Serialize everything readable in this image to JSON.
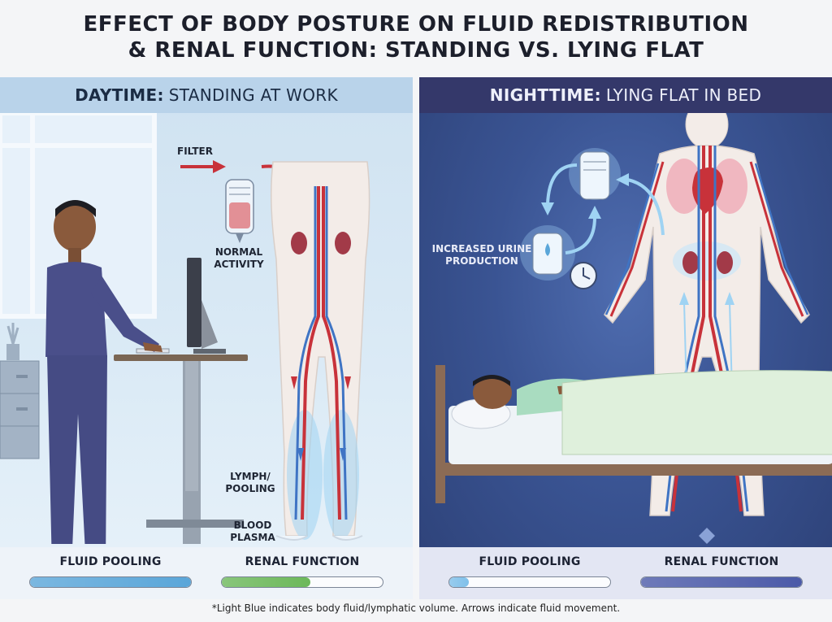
{
  "title": {
    "line1": "EFFECT OF BODY POSTURE ON FLUID REDISTRIBUTION",
    "line2": "& RENAL FUNCTION: STANDING VS. LYING FLAT"
  },
  "left_panel": {
    "heading_bold": "DAYTIME:",
    "heading_rest": "STANDING AT WORK",
    "labels": {
      "filter": "FILTER",
      "normal_activity_1": "NORMAL",
      "normal_activity_2": "ACTIVITY",
      "lymph_1": "LYMPH/",
      "lymph_2": "POOLING",
      "plasma_1": "BLOOD",
      "plasma_2": "PLASMA"
    },
    "meters": {
      "fluid_pooling": {
        "label": "FLUID POOLING",
        "level": 1.0,
        "color": "#5aa6d9"
      },
      "renal_function": {
        "label": "RENAL FUNCTION",
        "level": 0.55,
        "color": "#6cb85a"
      }
    }
  },
  "right_panel": {
    "heading_bold": "NIGHTTIME:",
    "heading_rest": "LYING FLAT IN BED",
    "labels": {
      "urine_1": "INCREASED URINE",
      "urine_2": "PRODUCTION"
    },
    "meters": {
      "fluid_pooling": {
        "label": "FLUID POOLING",
        "level": 0.12,
        "color": "#7fc0ea"
      },
      "renal_function": {
        "label": "RENAL FUNCTION",
        "level": 1.0,
        "color": "#4b5aa8"
      }
    }
  },
  "footnote": "*Light Blue indicates body fluid/lymphatic volume. Arrows indicate fluid movement.",
  "colors": {
    "artery": "#c8323a",
    "vein": "#3f74c4",
    "fluid": "#9fd3f3",
    "scrubs": "#4a4f8a",
    "skin": "#8a5a3c"
  }
}
